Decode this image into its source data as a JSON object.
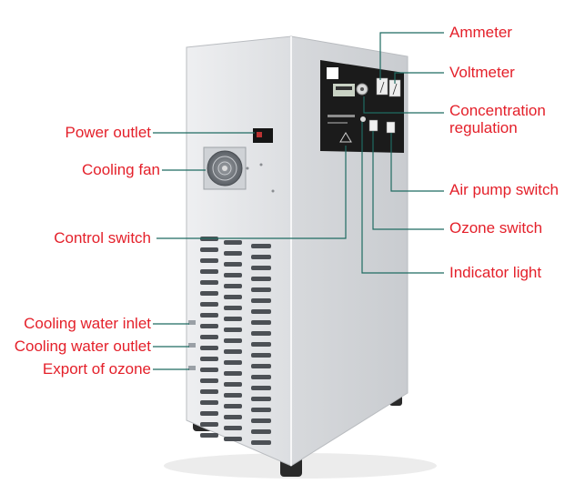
{
  "labels": {
    "ammeter": "Ammeter",
    "voltmeter": "Voltmeter",
    "concentration_regulation_line1": "Concentration",
    "concentration_regulation_line2": "regulation",
    "air_pump_switch": "Air pump switch",
    "ozone_switch": "Ozone switch",
    "indicator_light": "Indicator light",
    "power_outlet": "Power outlet",
    "cooling_fan": "Cooling fan",
    "control_switch": "Control switch",
    "cooling_water_inlet": "Cooling water inlet",
    "cooling_water_outlet": "Cooling water outlet",
    "export_of_ozone": "Export of ozone"
  },
  "colors": {
    "label_text": "#e4202a",
    "leader_line": "#1f6b62",
    "cabinet_front": "#e6e7e9",
    "cabinet_side": "#d2d4d7",
    "control_panel": "#1b1b1b"
  }
}
